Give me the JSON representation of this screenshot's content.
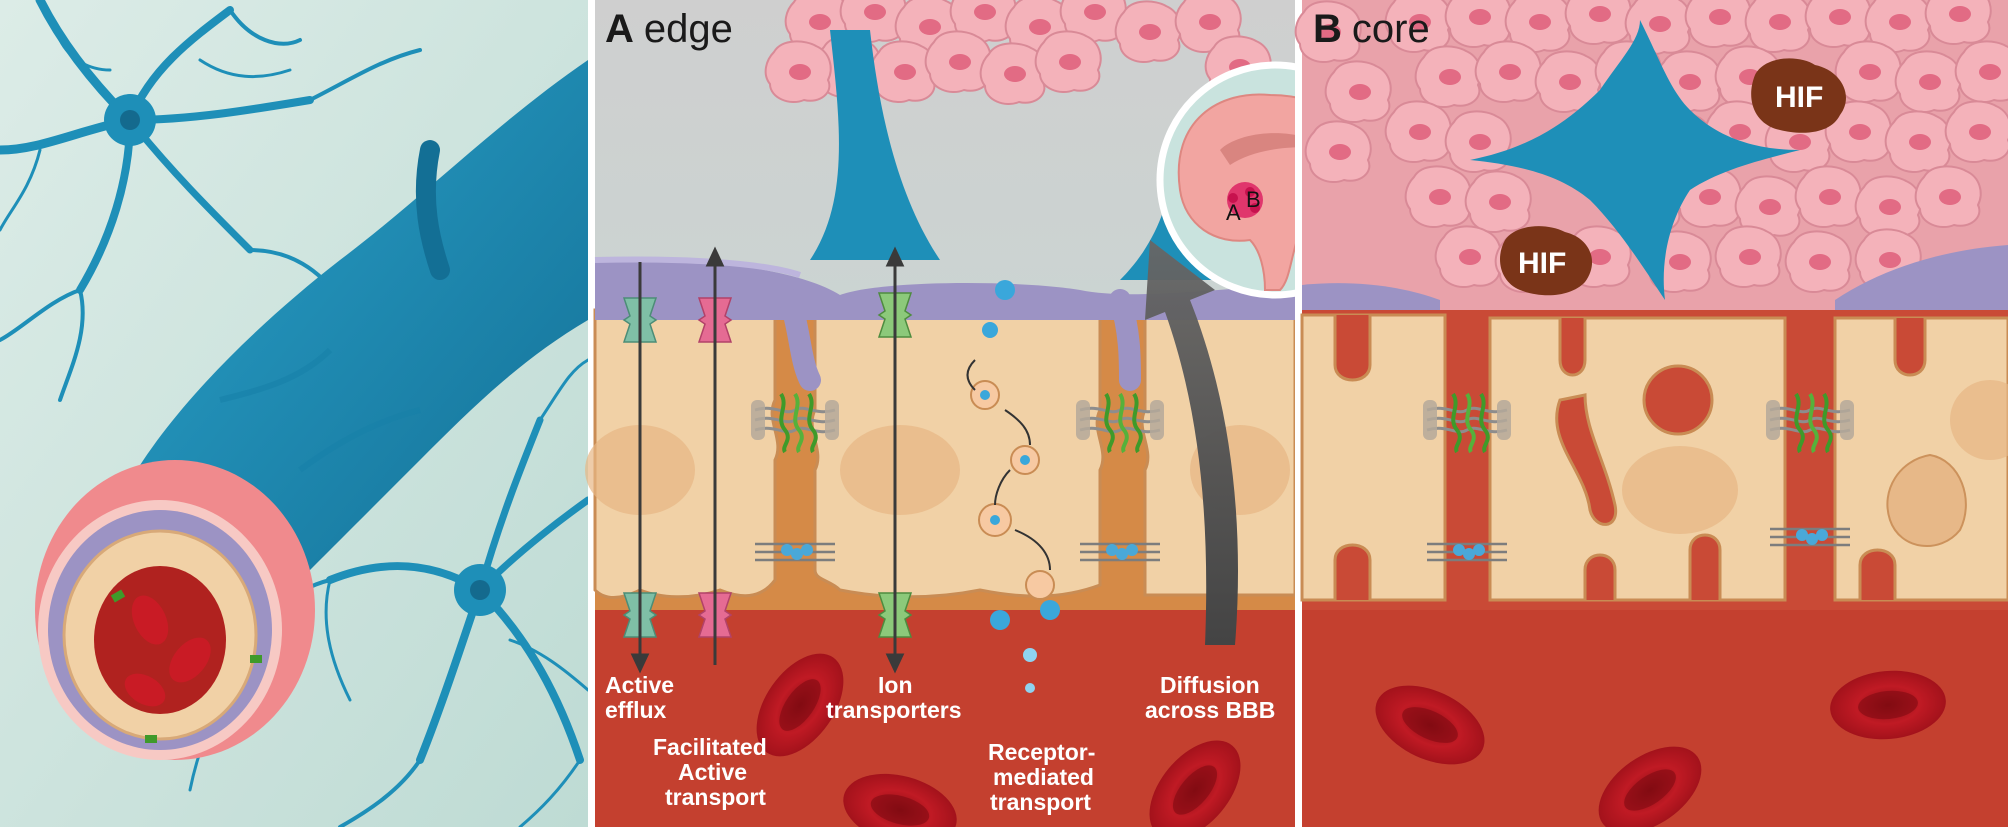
{
  "panels": {
    "a": {
      "letter": "A",
      "word": "edge"
    },
    "b": {
      "letter": "B",
      "word": "core"
    }
  },
  "inset": {
    "label_a": "A",
    "label_b": "B"
  },
  "hif_label": "HIF",
  "transport_labels": {
    "active_efflux": [
      "Active",
      "efflux"
    ],
    "facilitated": [
      "Facilitated",
      "Active",
      "transport"
    ],
    "ion": [
      "Ion",
      "transporters"
    ],
    "receptor": [
      "Receptor-",
      "mediated",
      "transport"
    ],
    "diffusion": [
      "Diffusion",
      "across BBB"
    ]
  },
  "colors": {
    "astrocyte": "#1e8fb8",
    "tumor_cell": "#f2a7b0",
    "tumor_nucleus": "#e07085",
    "endothelium": "#f1d1a6",
    "pericyte": "#9c93c4",
    "blood": "#c4402f",
    "rbc": "#b3141e",
    "hif": "#7a3418",
    "tight_junction": "#3f9a2a",
    "background": "#cfe6e0"
  }
}
